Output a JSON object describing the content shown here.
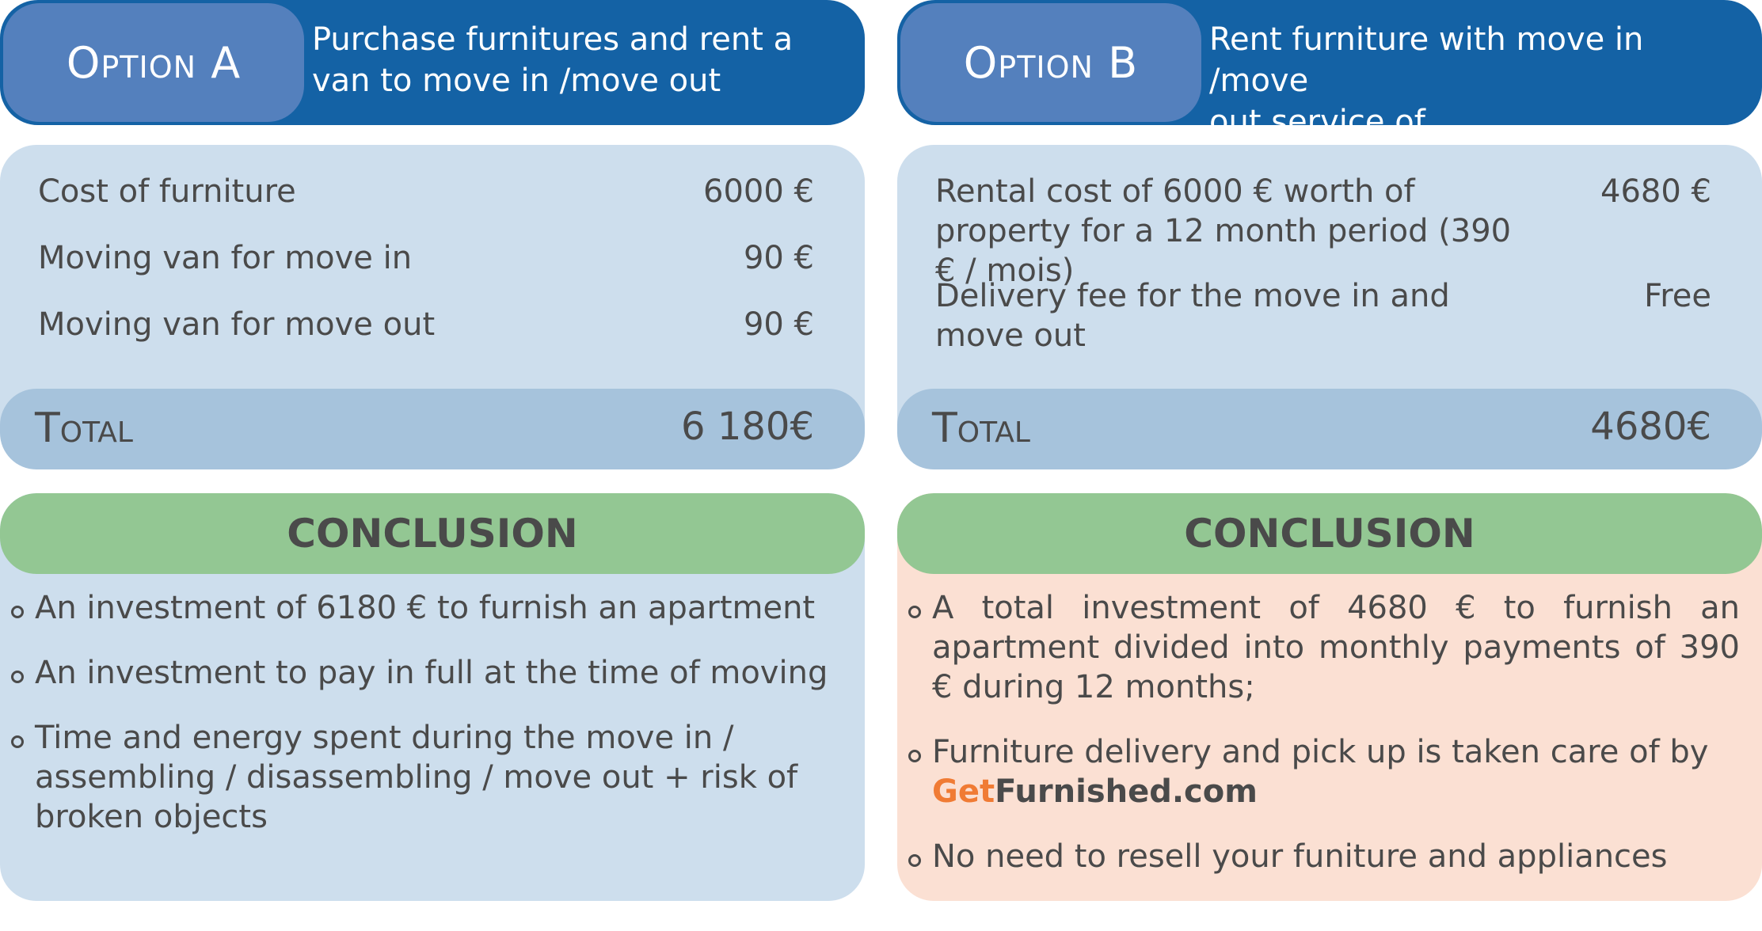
{
  "option_a": {
    "tab_label": "Option A",
    "header_line1": "Purchase furnitures and rent a",
    "header_line2": "van to move in /move out",
    "costs": [
      {
        "label": "Cost of furniture",
        "value": "6000 €"
      },
      {
        "label": "Moving van for move in",
        "value": "90 €"
      },
      {
        "label": "Moving van for move out",
        "value": "90 €"
      }
    ],
    "total_label": "Total",
    "total_value": "6 180€",
    "conclusion_title": "CONCLUSION",
    "conclusions": [
      "An investment of 6180 € to furnish an apartment",
      "An investment to pay in full at the time of moving",
      "Time and energy spent during the move in / assembling / disassembling / move out + risk of broken objects"
    ]
  },
  "option_b": {
    "tab_label": "Option B",
    "header_line1": "Rent furniture with move in /move",
    "header_line2": "out service of",
    "brand_get": "Get",
    "brand_furnished": "Furnished.com",
    "costs": [
      {
        "label": "Rental cost of 6000 € worth of property for a 12 month period (390 € / mois)",
        "value": "4680 €"
      },
      {
        "label": "Delivery fee for the move in and move out",
        "value": "Free"
      }
    ],
    "total_label": "Total",
    "total_value": "4680€",
    "conclusion_title": "CONCLUSION",
    "conclusion_1": "A total investment of 4680 € to furnish an apartment divided into monthly payments of 390 € during 12 months;",
    "conclusion_2_prefix": "Furniture delivery and pick up is taken care of by",
    "conclusion_3": "No need to resell your funiture and appliances"
  },
  "colors": {
    "header_bg": "#1462a5",
    "tab_bg": "#5480bd",
    "panel_blue": "#cddeed",
    "total_bar": "#a6c3dc",
    "conclusion_green": "#93c793",
    "panel_peach": "#fbe0d3",
    "brand_orange": "#f07b34",
    "brand_lime": "#d9e8a0"
  }
}
